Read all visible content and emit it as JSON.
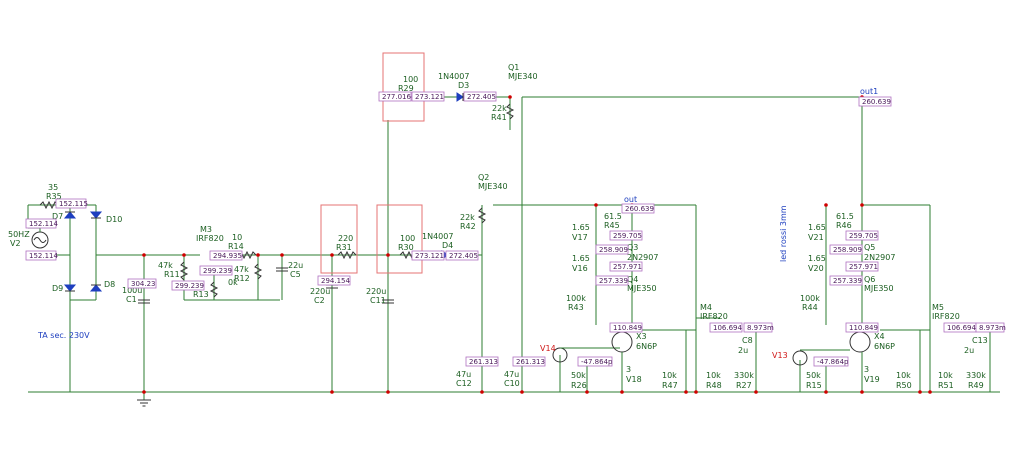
{
  "diagram": {
    "components": {
      "R35": {
        "ref": "R35",
        "value": "35"
      },
      "V2": {
        "ref": "V2",
        "value": "50HZ"
      },
      "D7": {
        "ref": "D7"
      },
      "D8": {
        "ref": "D8"
      },
      "D9": {
        "ref": "D9"
      },
      "D10": {
        "ref": "D10"
      },
      "C1": {
        "ref": "C1",
        "value": "100u"
      },
      "R11": {
        "ref": "R11",
        "value": "47k"
      },
      "R13": {
        "ref": "R13",
        "value": "0k"
      },
      "M3": {
        "ref": "M3",
        "value": "IRF820"
      },
      "R14": {
        "ref": "R14",
        "value": "10"
      },
      "R12": {
        "ref": "R12",
        "value": "47k"
      },
      "C5": {
        "ref": "C5",
        "value": "22u"
      },
      "R31": {
        "ref": "R31",
        "value": "220"
      },
      "C2": {
        "ref": "C2",
        "value": "220u"
      },
      "R30": {
        "ref": "R30",
        "value": "100"
      },
      "C11": {
        "ref": "C11",
        "value": "220u"
      },
      "R29": {
        "ref": "R29",
        "value": "100"
      },
      "D3": {
        "ref": "D3",
        "value": "1N4007"
      },
      "D4": {
        "ref": "D4",
        "value": "1N4007"
      },
      "Q1": {
        "ref": "Q1",
        "value": "MJE340"
      },
      "R41": {
        "ref": "R41",
        "value": "22k"
      },
      "Q2": {
        "ref": "Q2",
        "value": "MJE340"
      },
      "R42": {
        "ref": "R42",
        "value": "22k"
      },
      "C12": {
        "ref": "C12",
        "value": "47u"
      },
      "C10": {
        "ref": "C10",
        "value": "47u"
      },
      "V17": {
        "ref": "V17",
        "value": "1.65"
      },
      "V16": {
        "ref": "V16",
        "value": "1.65"
      },
      "R45": {
        "ref": "R45",
        "value": "61.5"
      },
      "Q3": {
        "ref": "Q3",
        "value": "2N2907"
      },
      "Q4": {
        "ref": "Q4",
        "value": "MJE350"
      },
      "R43": {
        "ref": "R43",
        "value": "100k"
      },
      "M4": {
        "ref": "M4",
        "value": "IRF820"
      },
      "X3": {
        "ref": "X3",
        "value": "6N6P"
      },
      "V14": {
        "ref": "V14"
      },
      "R26": {
        "ref": "R26",
        "value": "50k"
      },
      "V18": {
        "ref": "V18",
        "value": "3"
      },
      "R47": {
        "ref": "R47",
        "value": "10k"
      },
      "R48": {
        "ref": "R48",
        "value": "10k"
      },
      "C8": {
        "ref": "C8",
        "value": "2u"
      },
      "R27": {
        "ref": "R27",
        "value": "330k"
      },
      "V21": {
        "ref": "V21",
        "value": "1.65"
      },
      "V20": {
        "ref": "V20",
        "value": "1.65"
      },
      "R46": {
        "ref": "R46",
        "value": "61.5"
      },
      "Q5": {
        "ref": "Q5",
        "value": "2N2907"
      },
      "Q6": {
        "ref": "Q6",
        "value": "MJE350"
      },
      "R44": {
        "ref": "R44",
        "value": "100k"
      },
      "M5": {
        "ref": "M5",
        "value": "IRF820"
      },
      "X4": {
        "ref": "X4",
        "value": "6N6P"
      },
      "V13": {
        "ref": "V13"
      },
      "R15": {
        "ref": "R15",
        "value": "50k"
      },
      "V19": {
        "ref": "V19",
        "value": "3"
      },
      "R50": {
        "ref": "R50",
        "value": "10k"
      },
      "R51": {
        "ref": "R51",
        "value": "10k"
      },
      "C13": {
        "ref": "C13",
        "value": "2u"
      },
      "R49": {
        "ref": "R49",
        "value": "330k"
      }
    },
    "net_labels": {
      "out": "out",
      "out1": "out1"
    },
    "notes": {
      "transformer": "TA sec. 230V",
      "led": "led rossi 3mm"
    },
    "probes": {
      "p_r35": "152.115",
      "p_v2a": "152.114",
      "p_v2b": "152.114",
      "p_c1": "304.23",
      "p_m3a": "294.935",
      "p_m3b": "299.239",
      "p_m3c": "299.239",
      "p_c2": "294.154",
      "p_r29a": "277.016",
      "p_r29b": "273.121",
      "p_d3": "272.405",
      "p_out1": "260.639",
      "p_r30": "273.121",
      "p_d4": "272.405",
      "p_c12": "261.313",
      "p_c10": "261.313",
      "p_out": "260.639",
      "p_q3a": "259.705",
      "p_q3b": "258.909",
      "p_q3c": "257.971",
      "p_q4": "257.339",
      "p_x3": "110.849",
      "p_v14": "-47.864p",
      "p_c8a": "106.694",
      "p_c8b": "8.973m",
      "p_q5a": "259.705",
      "p_q5b": "258.909",
      "p_q5c": "257.971",
      "p_q6": "257.339",
      "p_x4": "110.849",
      "p_v13": "-47.864p",
      "p_c13a": "106.694",
      "p_c13b": "8.973m"
    }
  }
}
